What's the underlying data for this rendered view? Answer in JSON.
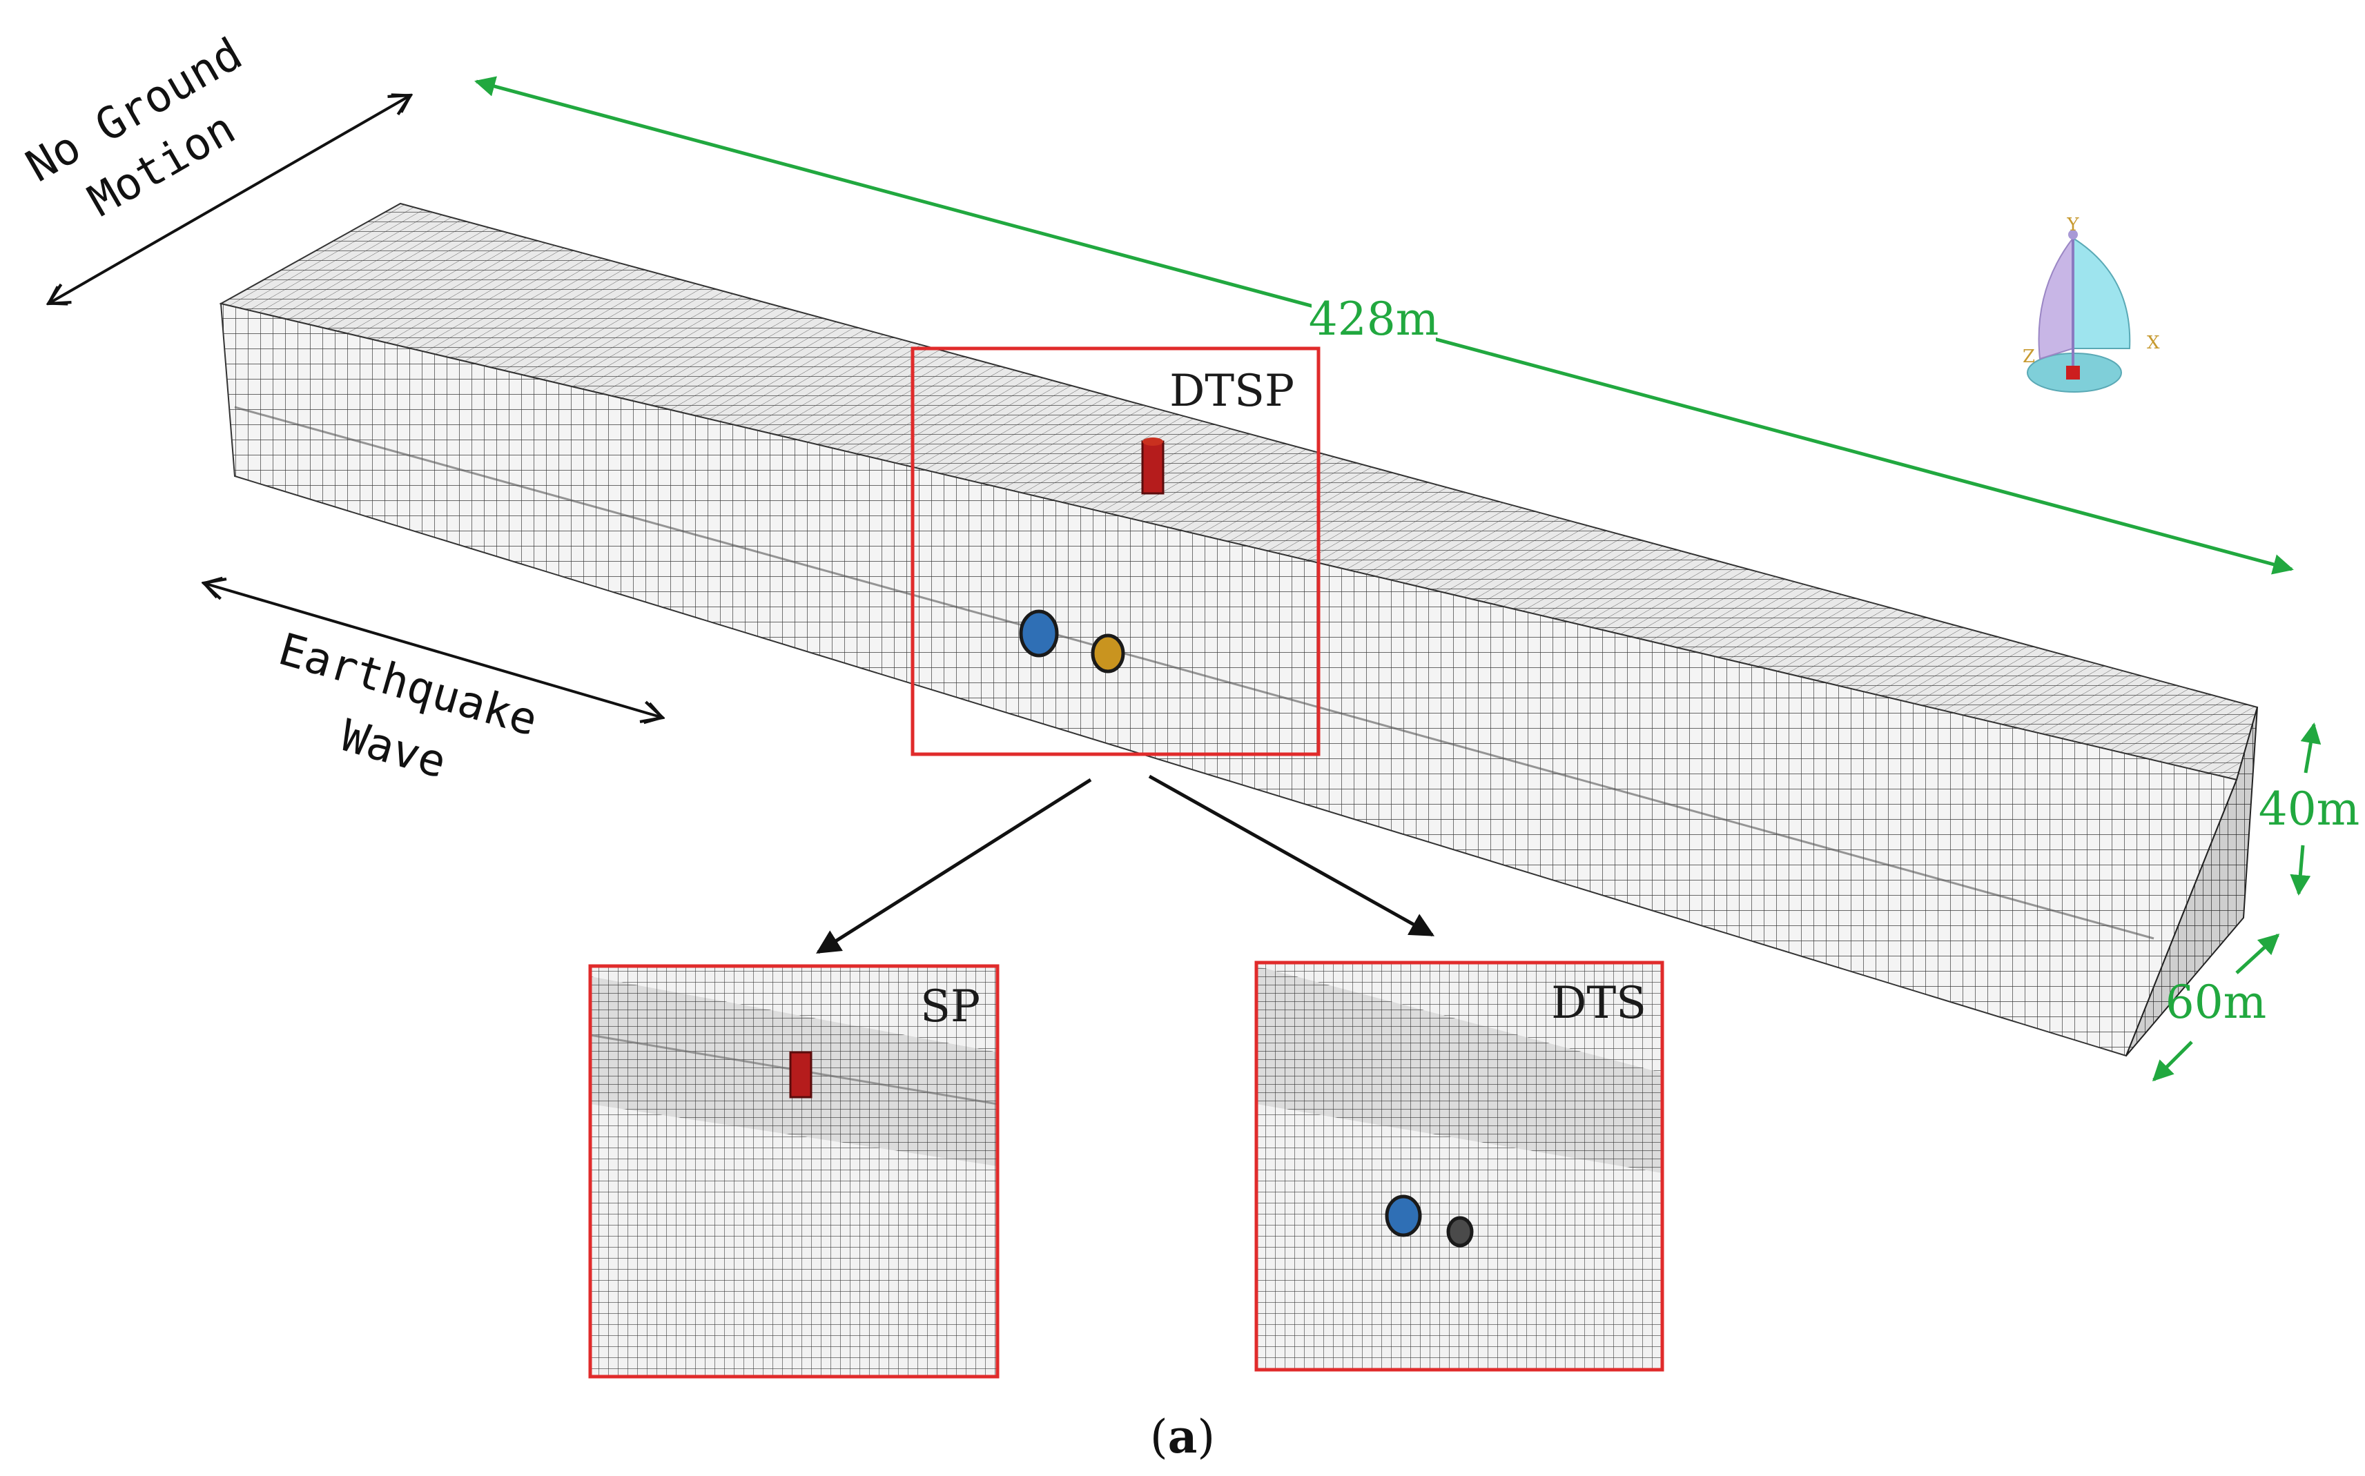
{
  "labels": {
    "no_ground_motion_line1": "No Ground",
    "no_ground_motion_line2": "Motion",
    "earthquake_wave_line1": "Earthquake",
    "earthquake_wave_line2": "Wave",
    "length": "428m",
    "height": "40m",
    "width": "60m",
    "dtsp": "DTSP",
    "sp": "SP",
    "dts": "DTS",
    "caption_open": "(",
    "caption_letter": "a",
    "caption_close": ")"
  },
  "axis_triad": {
    "y": "Y",
    "x": "X",
    "z": "Z"
  },
  "colors": {
    "dimension_arrow": "#21a83f",
    "inset_frame": "#e02b2b",
    "mesh_line": "#3a3a3a",
    "tunnel_blue": "#2f6fb5",
    "tunnel_yellow": "#c9941f",
    "tunnel_gray": "#4a4a4a",
    "station_red": "#b51c1c"
  }
}
